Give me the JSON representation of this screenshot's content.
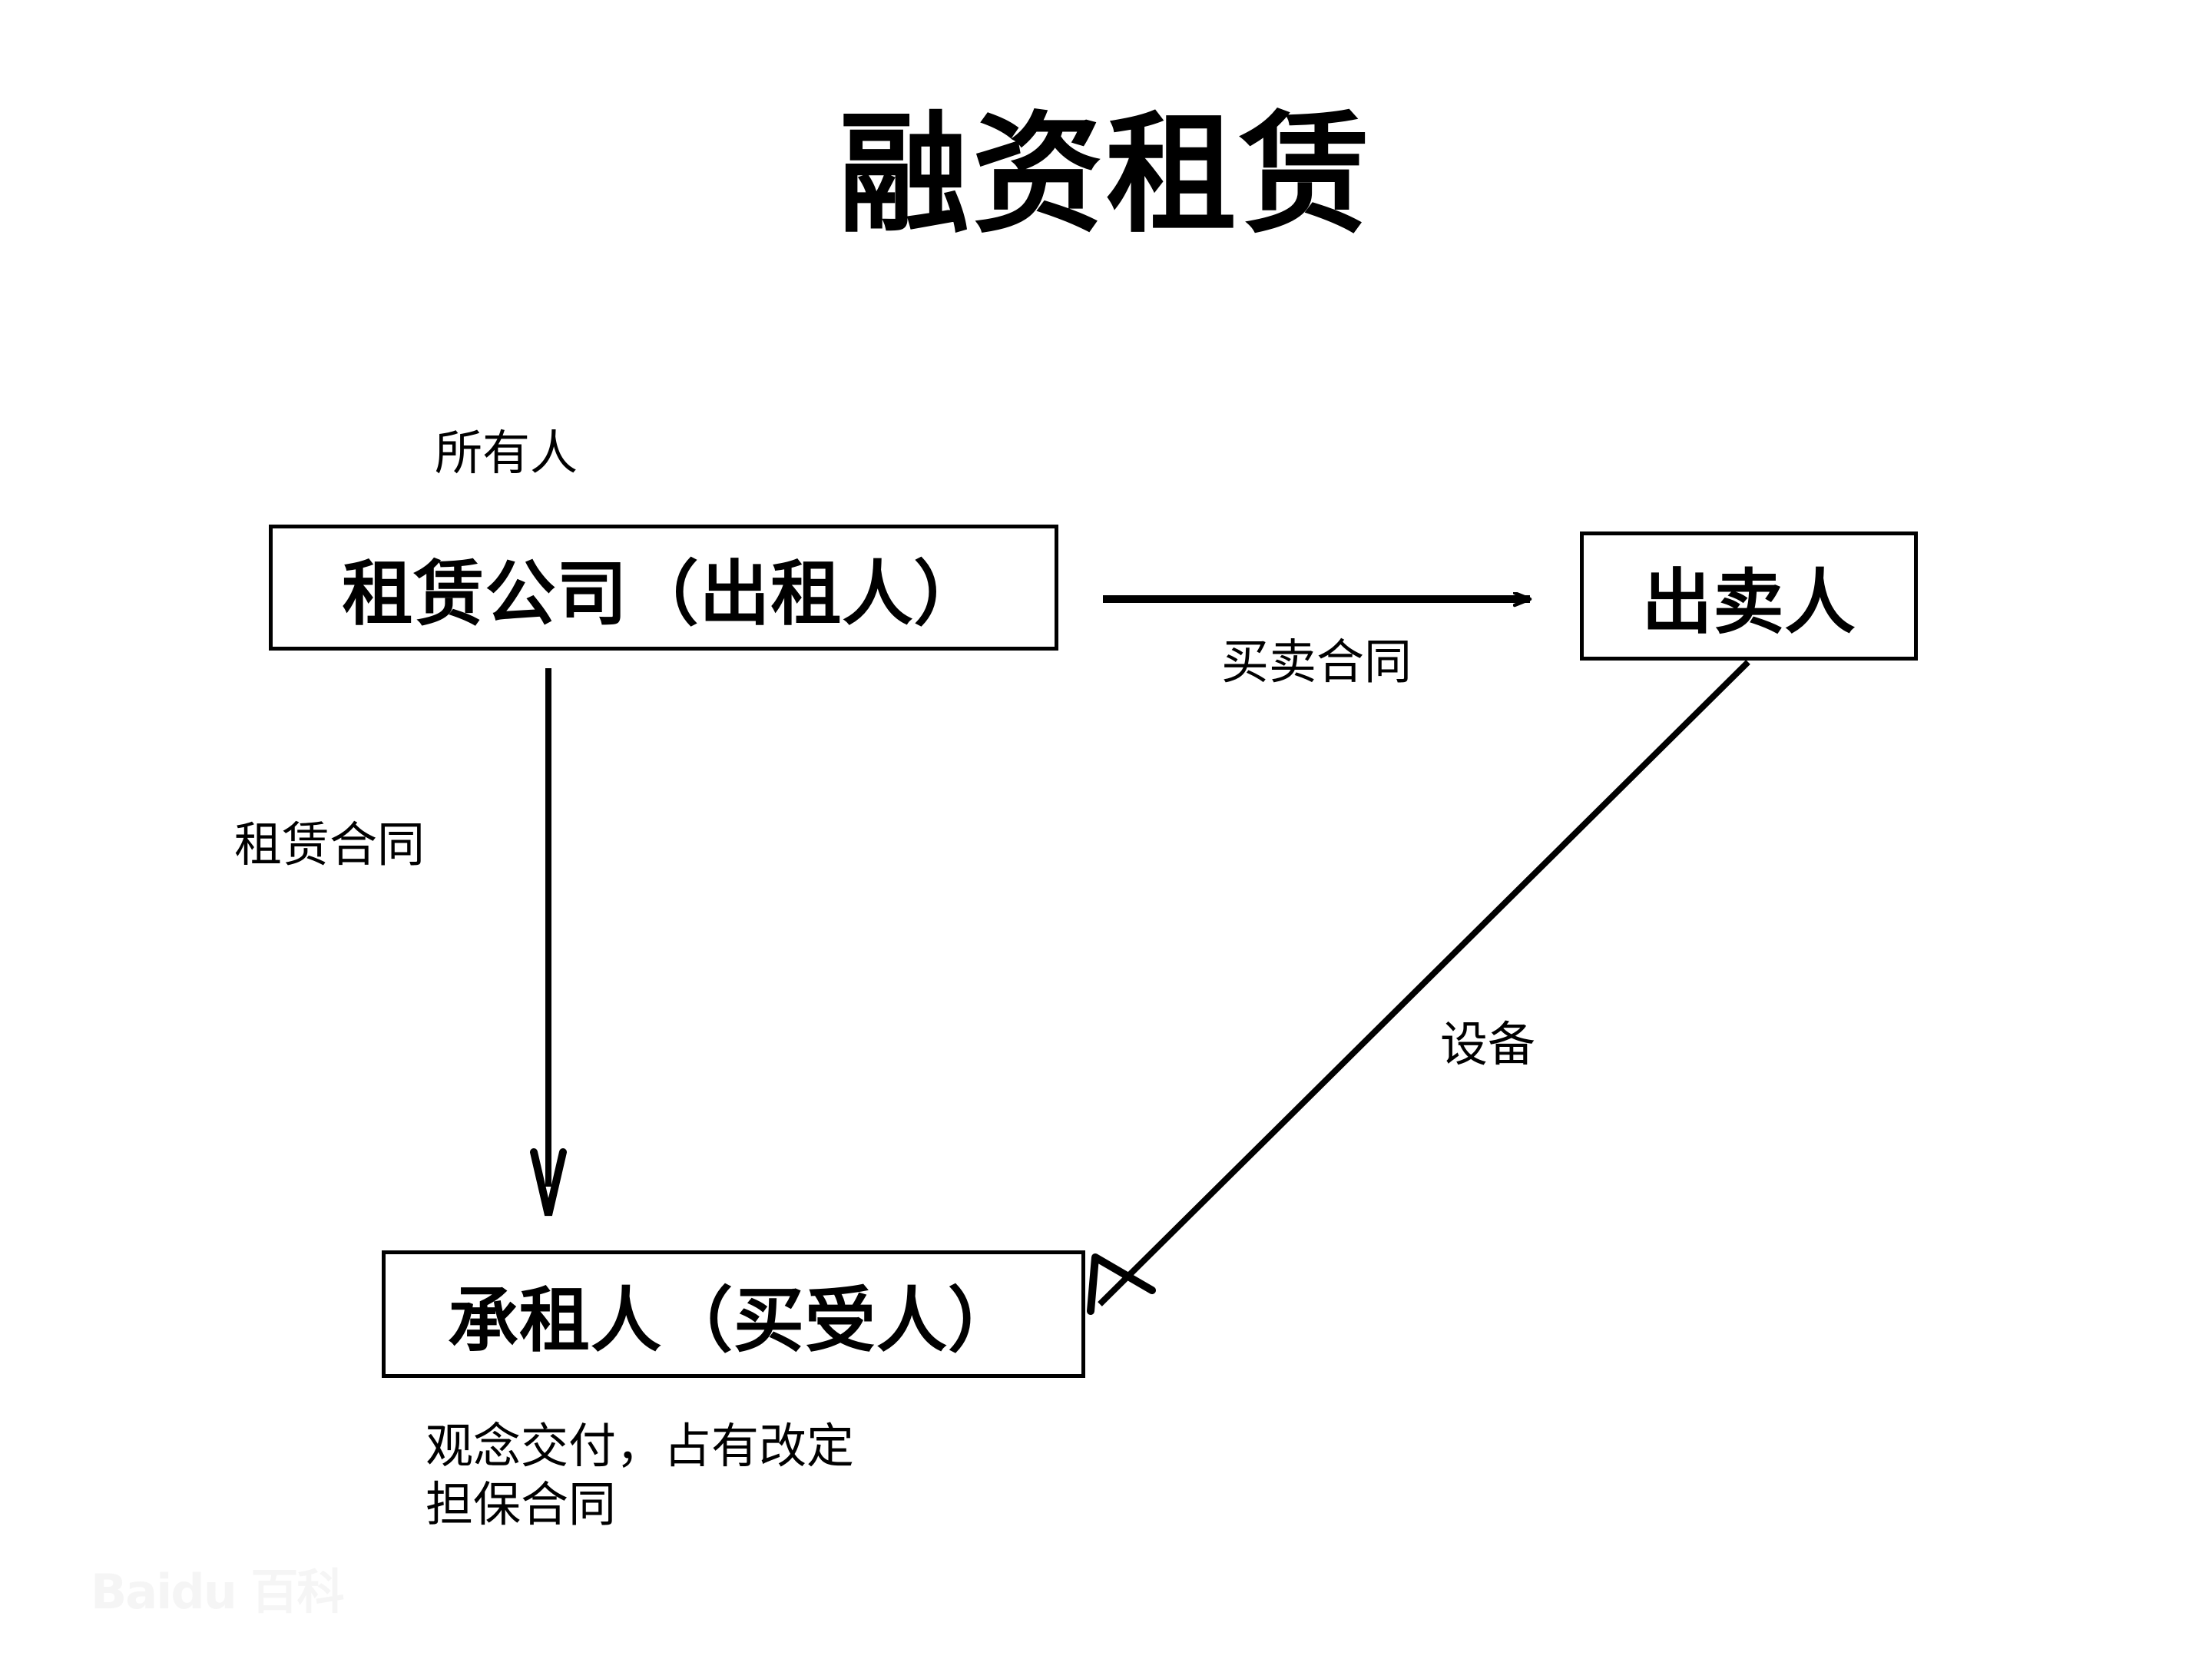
{
  "title": "融资租赁",
  "diagram": {
    "type": "flow-diagram",
    "nodes": [
      {
        "id": "lessor",
        "label": "租赁公司（出租人）"
      },
      {
        "id": "seller",
        "label": "出卖人"
      },
      {
        "id": "lessee",
        "label": "承租人（买受人）"
      }
    ],
    "labels": {
      "owner": "所有人",
      "sales_contract": "买卖合同",
      "lease_contract": "租赁合同",
      "equipment": "设备"
    },
    "captions": {
      "lessee_line1": "观念交付，占有改定",
      "lessee_line2": "担保合同"
    },
    "edges": [
      {
        "from": "lessor",
        "to": "seller",
        "label": "买卖合同",
        "style": "arrow-right"
      },
      {
        "from": "lessor",
        "to": "lessee",
        "label": "租赁合同",
        "style": "arrow-down"
      },
      {
        "from": "seller",
        "to": "lessee",
        "label": "设备",
        "style": "arrow-diagonal"
      }
    ]
  },
  "watermark": {
    "text": "Baidu 百科"
  },
  "colors": {
    "background": "#ffffff",
    "ink": "#000000",
    "watermark": "#f4f4f4"
  }
}
